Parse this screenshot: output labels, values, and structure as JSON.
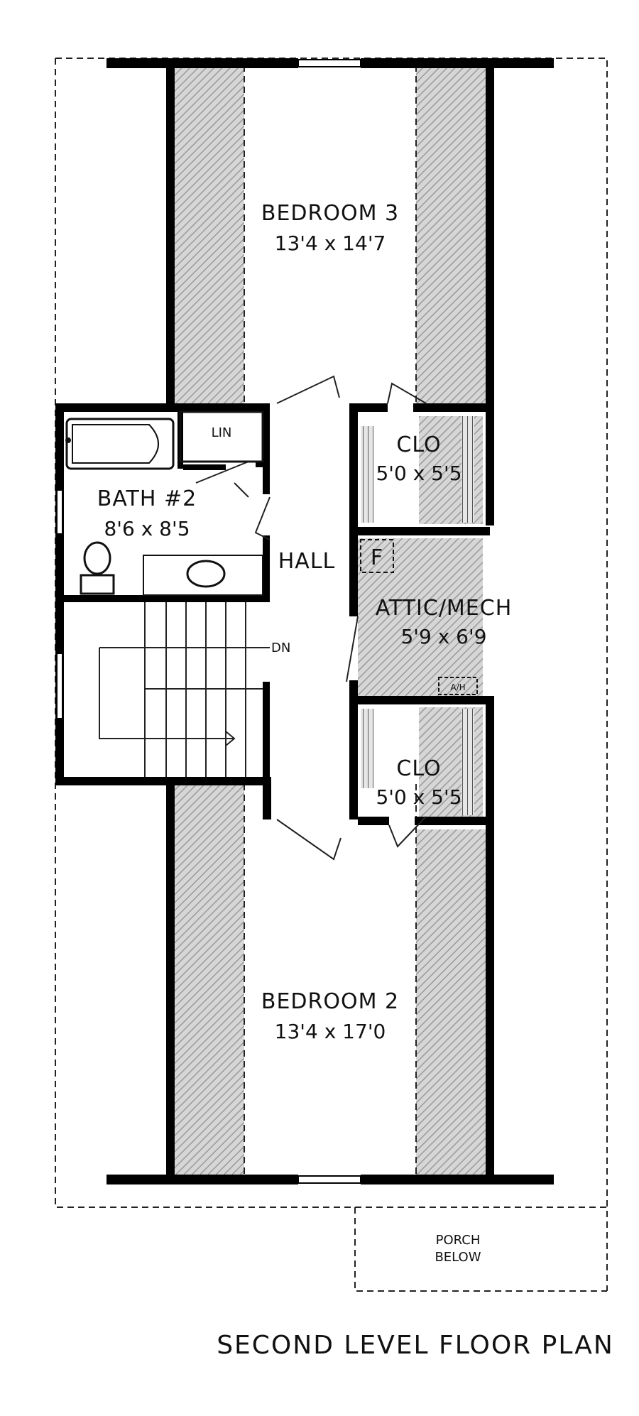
{
  "plan": {
    "title": "SECOND LEVEL FLOOR PLAN",
    "rooms": {
      "bedroom3": {
        "name": "BEDROOM 3",
        "dims": "13'4 x 14'7"
      },
      "bath2": {
        "name": "BATH #2",
        "dims": "8'6 x 8'5"
      },
      "lin": {
        "name": "LIN"
      },
      "clo_upper": {
        "name": "CLO",
        "dims": "5'0 x 5'5"
      },
      "hall": {
        "name": "HALL"
      },
      "furnace": {
        "name": "F"
      },
      "attic": {
        "name": "ATTIC/MECH",
        "dims": "5'9 x 6'9"
      },
      "dn": {
        "name": "DN"
      },
      "clo_lower": {
        "name": "CLO",
        "dims": "5'0 x 5'5"
      },
      "bedroom2": {
        "name": "BEDROOM 2",
        "dims": "13'4 x 17'0"
      },
      "porch": {
        "line1": "PORCH",
        "line2": "BELOW"
      },
      "attic_access": {
        "name": "A/H"
      }
    },
    "colors": {
      "wall": "#000000",
      "hatch": "#b9b9b9",
      "background": "#ffffff"
    }
  }
}
